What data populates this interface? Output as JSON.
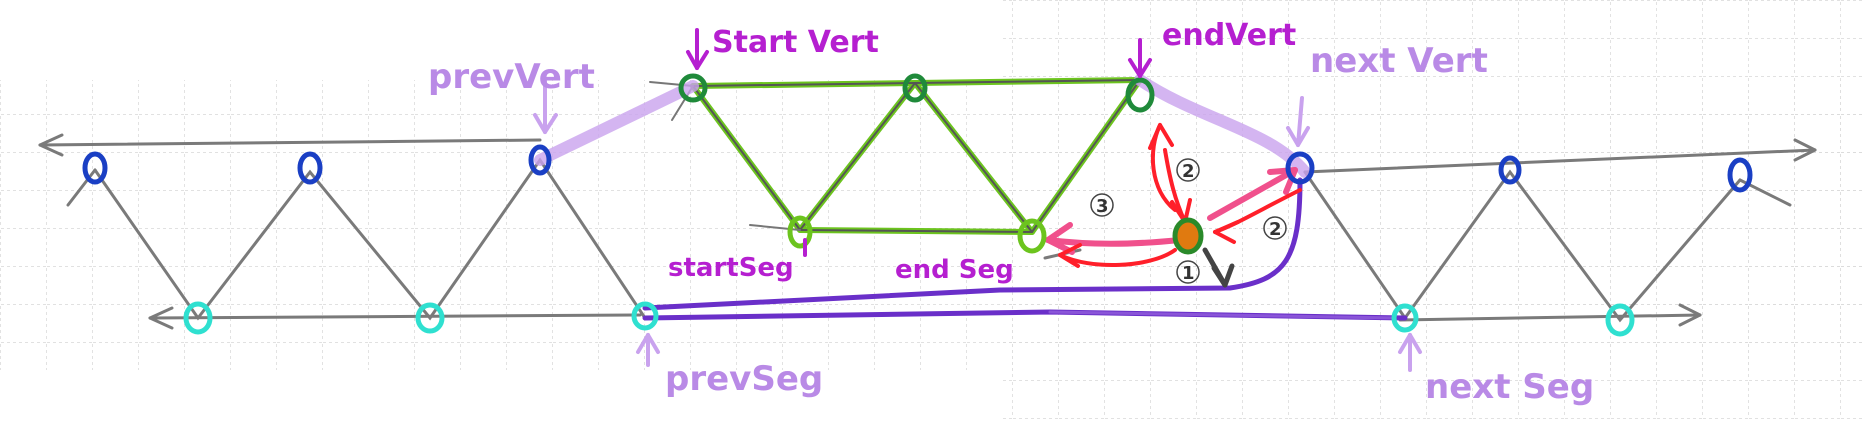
{
  "labels": {
    "start_vert": "Start Vert",
    "end_vert": "endVert",
    "prev_vert": "prevVert",
    "next_vert": "next Vert",
    "start_seg": "startSeg",
    "end_seg": "end Seg",
    "prev_seg": "prevSeg",
    "next_seg": "next Seg"
  },
  "step_numbers": [
    "1",
    "2",
    "2",
    "3"
  ],
  "colors": {
    "grid": "#c8c8c8",
    "edge": "#777777",
    "outer_vertex": "#1a3fc4",
    "outer_segment": "#2fe0d0",
    "selected": "#6cc41e",
    "selected_vertex": "#1f8a3a",
    "path": "#6a2fc9",
    "path_light": "#b98ae6",
    "new_vertex": "#e07a10",
    "arrows_red": "#ff1f2a",
    "arrows_pink": "#f0508c",
    "label_magenta": "#b51fd0"
  }
}
